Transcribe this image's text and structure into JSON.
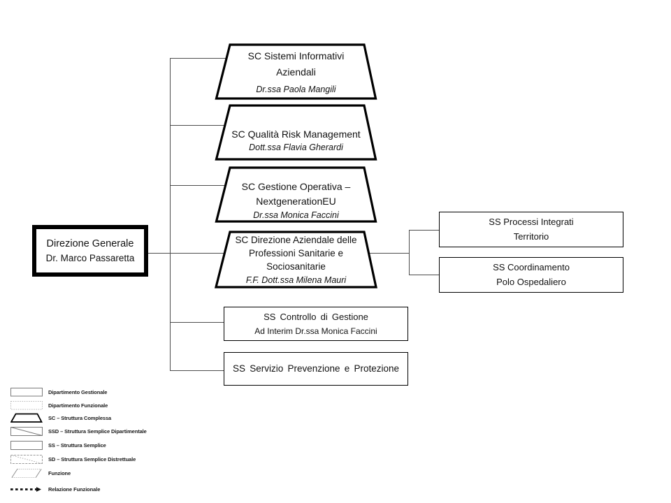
{
  "org": {
    "root": {
      "title": "Direzione Generale",
      "person": "Dr. Marco Passaretta"
    },
    "sc": [
      {
        "title": "SC Sistemi Informativi\nAziendali",
        "person": "Dr.ssa Paola Mangili"
      },
      {
        "title": "SC Qualità Risk Management",
        "person": "Dott.ssa Flavia Gherardi"
      },
      {
        "title": "SC Gestione Operativa –\nNextgenerationEU",
        "person": "Dr.ssa Monica Faccini"
      },
      {
        "title": "SC Direzione Aziendale delle\nProfessioni Sanitarie e\nSociosanitarie",
        "person": "F.F. Dott.ssa Milena Mauri"
      }
    ],
    "ss_right": [
      {
        "title": "SS Processi Integrati\nTerritorio"
      },
      {
        "title": "SS Coordinamento\nPolo Ospedaliero"
      }
    ],
    "ss_left": [
      {
        "title": "SS Controllo di Gestione",
        "person": "Ad Interim Dr.ssa Monica Faccini"
      },
      {
        "title": "SS Servizio Prevenzione e Protezione"
      }
    ]
  },
  "legend": {
    "items": [
      {
        "symbol": "rect-solid",
        "label": "Dipartimento Gestionale"
      },
      {
        "symbol": "rect-dotted",
        "label": "Dipartimento Funzionale"
      },
      {
        "symbol": "trapezoid",
        "label": "SC – Struttura Complessa"
      },
      {
        "symbol": "rect-diagonal",
        "label": "SSD – Struttura Semplice Dipartimentale"
      },
      {
        "symbol": "rect-thin",
        "label": "SS – Struttura Semplice"
      },
      {
        "symbol": "rect-diagonal-dotted",
        "label": "SD – Struttura Semplice Distrettuale"
      },
      {
        "symbol": "parallelogram",
        "label": "Funzione"
      },
      {
        "symbol": "dashed-arrow",
        "label": "Relazione Funzionale"
      }
    ]
  },
  "colors": {
    "line": "#4d4d4d",
    "border": "#000000",
    "legend_gray": "#7a7a7a"
  }
}
